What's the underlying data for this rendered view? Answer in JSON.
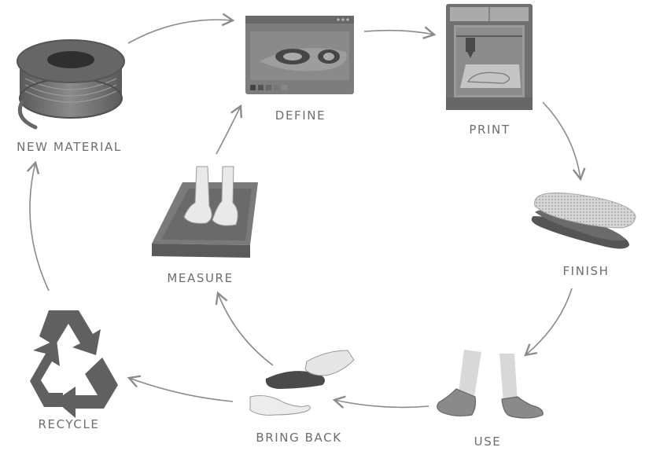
{
  "steps": {
    "new_material": "NEW MATERIAL",
    "define": "DEFINE",
    "print": "PRINT",
    "finish": "FINISH",
    "use": "USE",
    "bring_back": "BRING BACK",
    "recycle": "RECYCLE",
    "measure": "MEASURE"
  },
  "colors": {
    "arrow": "#8a8a8a",
    "label": "#6e6e6e",
    "dark": "#4f4f4f",
    "mid": "#7b7b7b",
    "light": "#b5b5b5"
  }
}
